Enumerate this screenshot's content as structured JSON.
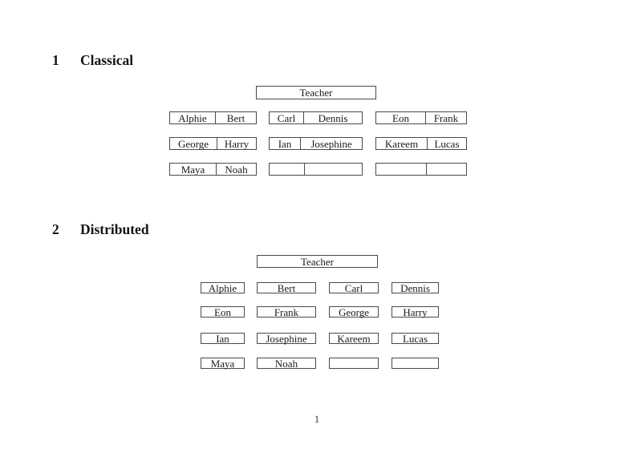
{
  "document": {
    "page_number": "1",
    "sections": [
      {
        "number": "1",
        "title": "Classical"
      },
      {
        "number": "2",
        "title": "Distributed"
      }
    ]
  },
  "classical": {
    "teacher_label": "Teacher",
    "desks": [
      {
        "left": "Alphie",
        "right": "Bert"
      },
      {
        "left": "Carl",
        "right": "Dennis"
      },
      {
        "left": "Eon",
        "right": "Frank"
      },
      {
        "left": "George",
        "right": "Harry"
      },
      {
        "left": "Ian",
        "right": "Josephine"
      },
      {
        "left": "Kareem",
        "right": "Lucas"
      },
      {
        "left": "Maya",
        "right": "Noah"
      },
      {
        "left": "",
        "right": ""
      },
      {
        "left": "",
        "right": ""
      }
    ]
  },
  "distributed": {
    "teacher_label": "Teacher",
    "seats": [
      "Alphie",
      "Bert",
      "Carl",
      "Dennis",
      "Eon",
      "Frank",
      "George",
      "Harry",
      "Ian",
      "Josephine",
      "Kareem",
      "Lucas",
      "Maya",
      "Noah",
      "",
      ""
    ]
  }
}
